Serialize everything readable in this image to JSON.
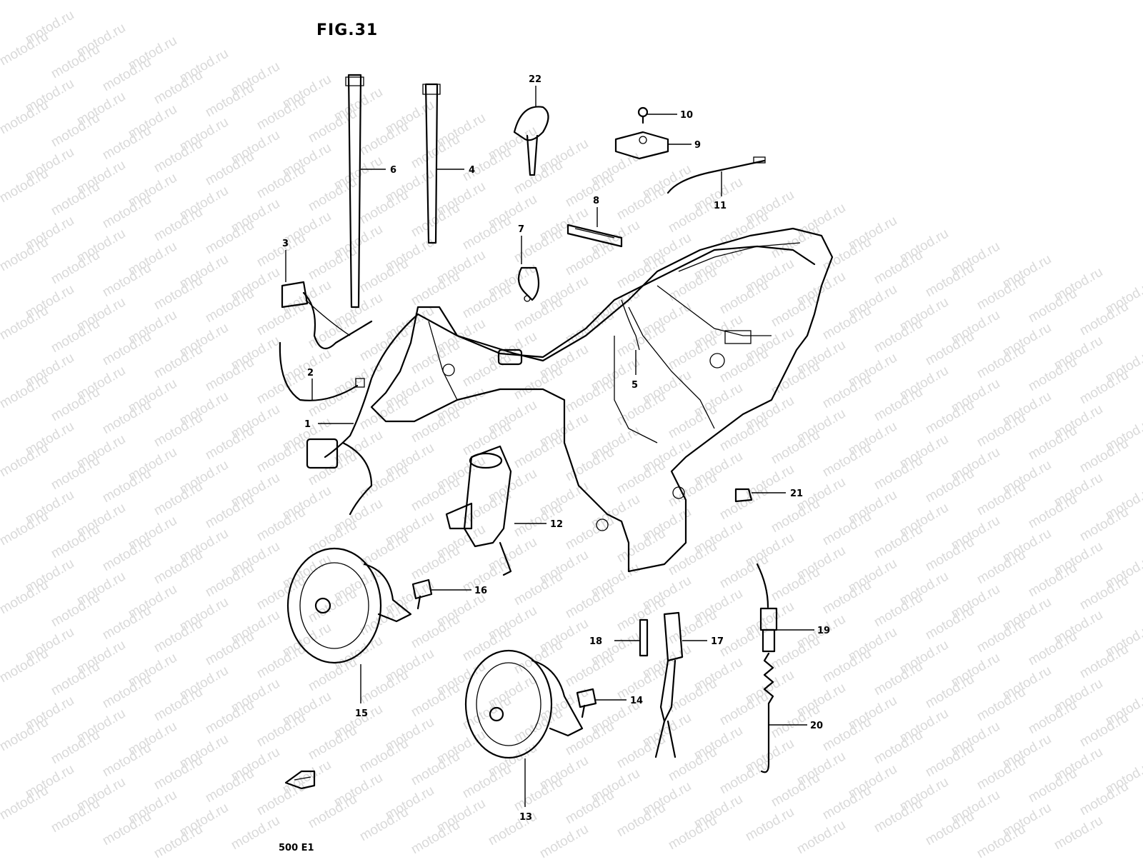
{
  "figure": {
    "title": "FIG.31",
    "model_code": "500 E1",
    "watermark": "motod.ru"
  },
  "callouts": [
    "1",
    "2",
    "3",
    "4",
    "5",
    "6",
    "7",
    "8",
    "9",
    "10",
    "11",
    "12",
    "13",
    "14",
    "15",
    "16",
    "17",
    "18",
    "19",
    "20",
    "21",
    "22"
  ],
  "colors": {
    "ink": "#000000",
    "watermark": "#d9d9d9",
    "paper": "#ffffff"
  }
}
